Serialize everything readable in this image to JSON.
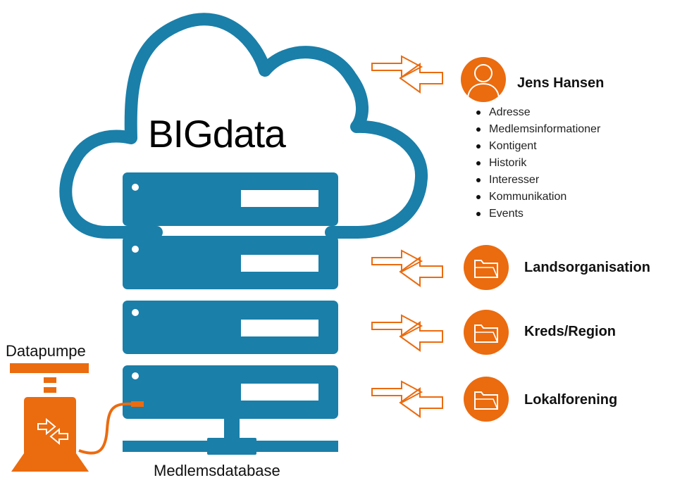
{
  "title": "BIGdata",
  "pump_label": "Datapumpe",
  "database_label": "Medlemsdatabase",
  "person": {
    "name": "Jens Hansen",
    "attributes": [
      "Adresse",
      "Medlemsinformationer",
      "Kontigent",
      "Historik",
      "Interesser",
      "Kommunikation",
      "Events"
    ]
  },
  "orgs": [
    {
      "label": "Landsorganisation",
      "icon": "folder-icon"
    },
    {
      "label": "Kreds/Region",
      "icon": "folder-icon"
    },
    {
      "label": "Lokalforening",
      "icon": "folder-icon"
    }
  ],
  "colors": {
    "blue": "#1a7fa9",
    "orange": "#eb6b0f"
  }
}
